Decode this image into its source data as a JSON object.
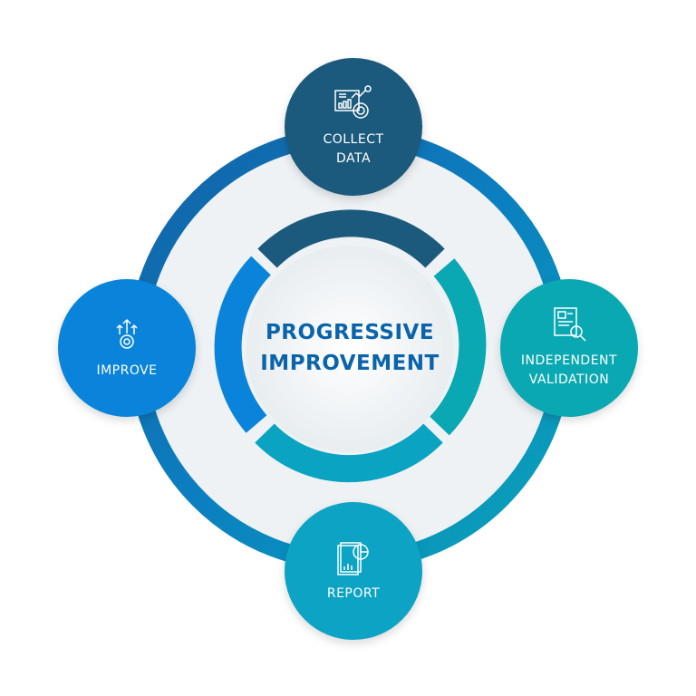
{
  "center": {
    "line1": "PROGRESSIVE",
    "line2": "IMPROVEMENT"
  },
  "steps": [
    {
      "line1": "COLLECT",
      "line2": "DATA",
      "icon": "dashboard-chart-icon",
      "color": "#1b5a7d"
    },
    {
      "line1": "INDEPENDENT",
      "line2": "VALIDATION",
      "icon": "document-magnifier-icon",
      "color": "#0aa8b2"
    },
    {
      "line1": "REPORT",
      "icon": "report-pie-chart-icon",
      "color": "#0ca3c4"
    },
    {
      "line1": "IMPROVE",
      "icon": "gear-arrows-icon",
      "color": "#0a84da"
    }
  ],
  "colors": {
    "text": "#0a64ac",
    "disk": "#eef2f4"
  }
}
